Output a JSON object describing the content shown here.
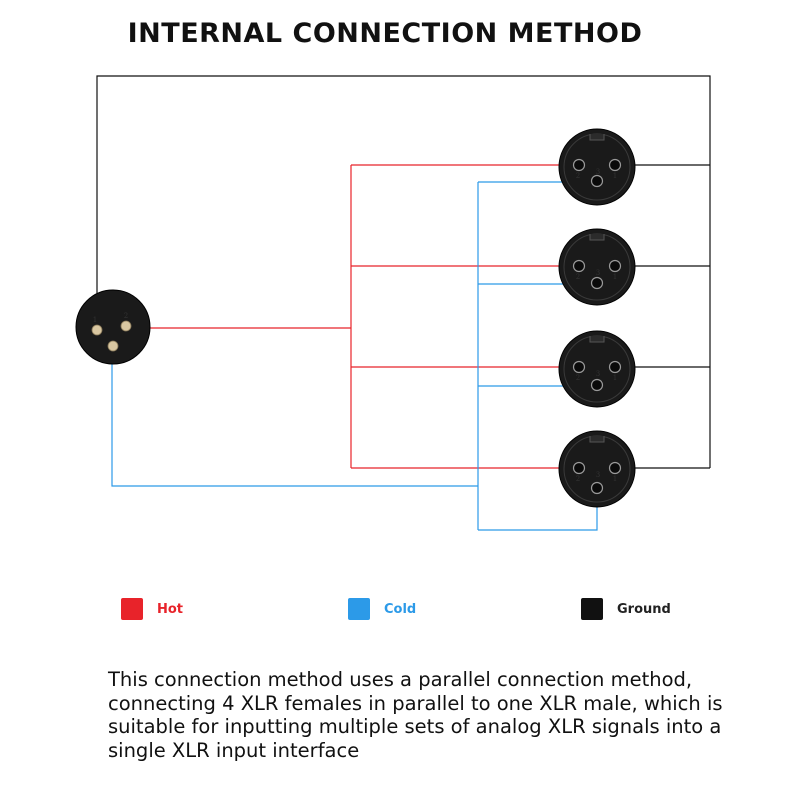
{
  "title": "INTERNAL CONNECTION METHOD",
  "colors": {
    "hot": "#e8232a",
    "cold": "#2c9ae8",
    "ground": "#111111",
    "connector_body": "#1a1a1a",
    "male_pin": "#d9c7a1"
  },
  "legend": [
    {
      "label": "Hot",
      "color": "#e8232a"
    },
    {
      "label": "Cold",
      "color": "#2c9ae8"
    },
    {
      "label": "Ground",
      "color": "#111111"
    }
  ],
  "pin_labels": {
    "pin1": "1",
    "pin2": "2",
    "pin3": "3"
  },
  "description": "This connection method uses a parallel connection method, connecting 4 XLR females in parallel to one XLR male, which is suitable for inputting multiple sets of analog XLR signals into a single XLR input interface"
}
